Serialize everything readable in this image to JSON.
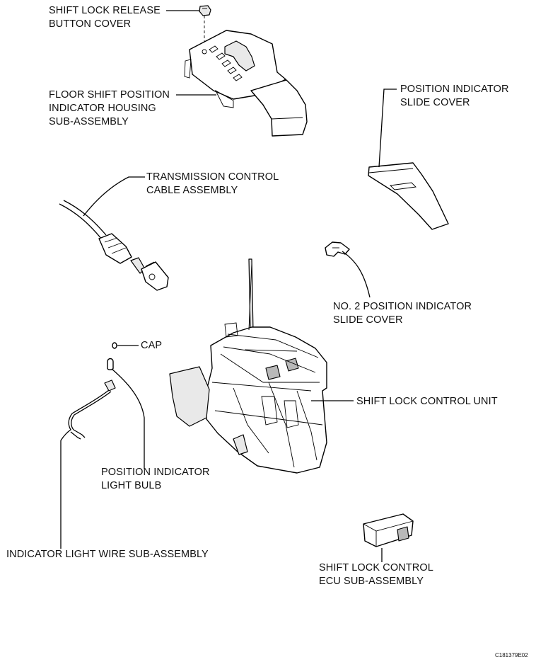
{
  "labels": {
    "shift_lock_release_cover": [
      "SHIFT LOCK RELEASE",
      "BUTTON COVER"
    ],
    "floor_shift_housing": [
      "FLOOR SHIFT POSITION",
      "INDICATOR HOUSING",
      "SUB-ASSEMBLY"
    ],
    "position_indicator_slide_cover": [
      "POSITION INDICATOR",
      "SLIDE COVER"
    ],
    "transmission_control_cable": [
      "TRANSMISSION CONTROL",
      "CABLE ASSEMBLY"
    ],
    "no2_position_indicator_slide_cover": [
      "NO. 2 POSITION INDICATOR",
      "SLIDE COVER"
    ],
    "cap": [
      "CAP"
    ],
    "shift_lock_control_unit": [
      "SHIFT LOCK CONTROL UNIT"
    ],
    "position_indicator_light_bulb": [
      "POSITION INDICATOR",
      "LIGHT BULB"
    ],
    "indicator_light_wire": [
      "INDICATOR LIGHT WIRE SUB-ASSEMBLY"
    ],
    "shift_lock_control_ecu": [
      "SHIFT LOCK CONTROL",
      "ECU SUB-ASSEMBLY"
    ]
  },
  "figure_ref": "C181379E02"
}
